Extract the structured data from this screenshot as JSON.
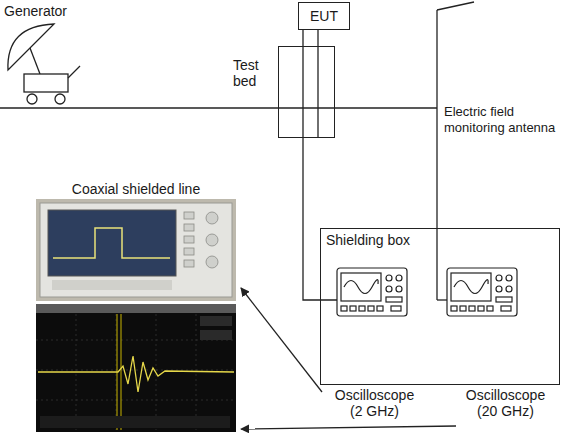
{
  "diagram": {
    "nodes": [
      {
        "text": [
          "EUT"
        ]
      },
      {
        "text": [
          "Test bed"
        ]
      },
      {
        "text": [
          "Shielding box"
        ]
      }
    ],
    "labels": [
      "Generator",
      "Coaxial shielded line",
      "Electric field monitoring antenna",
      "Oscilloscope (2 GHz)",
      "Oscilloscope (20 GHz)"
    ]
  }
}
